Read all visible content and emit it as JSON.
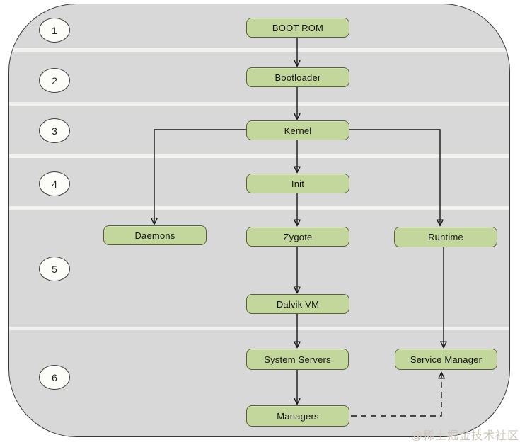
{
  "diagram": {
    "steps": [
      "1",
      "2",
      "3",
      "4",
      "5",
      "6"
    ],
    "nodes": {
      "boot_rom": "BOOT ROM",
      "bootloader": "Bootloader",
      "kernel": "Kernel",
      "init": "Init",
      "daemons": "Daemons",
      "zygote": "Zygote",
      "runtime": "Runtime",
      "dalvik_vm": "Dalvik VM",
      "system_servers": "System Servers",
      "service_manager": "Service Manager",
      "managers": "Managers"
    },
    "edges": [
      {
        "from": "BOOT ROM",
        "to": "Bootloader",
        "style": "solid"
      },
      {
        "from": "Bootloader",
        "to": "Kernel",
        "style": "solid"
      },
      {
        "from": "Kernel",
        "to": "Init",
        "style": "solid"
      },
      {
        "from": "Kernel",
        "to": "Daemons",
        "style": "solid"
      },
      {
        "from": "Kernel",
        "to": "Runtime",
        "style": "solid"
      },
      {
        "from": "Init",
        "to": "Zygote",
        "style": "solid"
      },
      {
        "from": "Zygote",
        "to": "Dalvik VM",
        "style": "solid"
      },
      {
        "from": "Dalvik VM",
        "to": "System Servers",
        "style": "solid"
      },
      {
        "from": "Runtime",
        "to": "Service Manager",
        "style": "solid"
      },
      {
        "from": "System Servers",
        "to": "Managers",
        "style": "solid"
      },
      {
        "from": "Managers",
        "to": "Service Manager",
        "style": "dashed"
      }
    ],
    "colors": {
      "canvas_bg": "#d8d8d8",
      "node_fill": "#c3d69b",
      "node_border": "#55613a",
      "divider": "#f1f1ef",
      "arrow": "#151515"
    },
    "watermark": "@稀土掘金技术社区"
  }
}
